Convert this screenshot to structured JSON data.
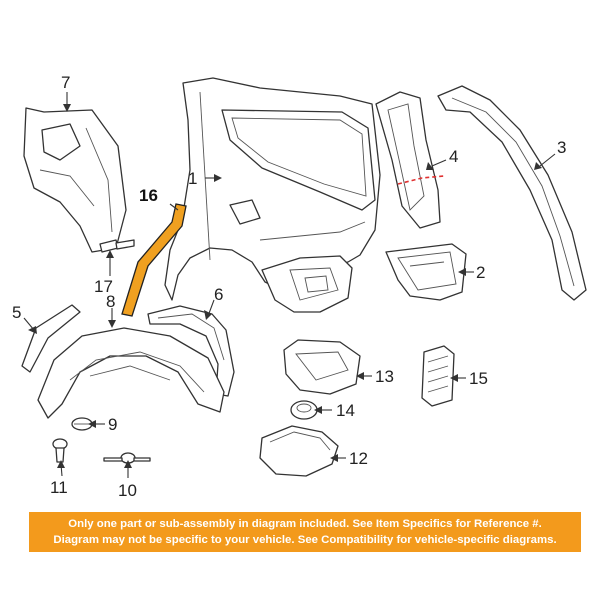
{
  "callouts": {
    "c1": "1",
    "c2": "2",
    "c3": "3",
    "c4": "4",
    "c5": "5",
    "c6": "6",
    "c7": "7",
    "c8": "8",
    "c9": "9",
    "c10": "10",
    "c11": "11",
    "c12": "12",
    "c13": "13",
    "c14": "14",
    "c15": "15",
    "c16": "16",
    "c17": "17"
  },
  "notice": {
    "line1": "Only one part or sub-assembly in diagram included. See Item Specifics for Reference #.",
    "line2": "Diagram may not be specific to your vehicle. See Compatibility for vehicle-specific diagrams."
  },
  "colors": {
    "highlight": "#f0a020",
    "banner": "#f39a1c",
    "cut_line": "#e03030"
  }
}
